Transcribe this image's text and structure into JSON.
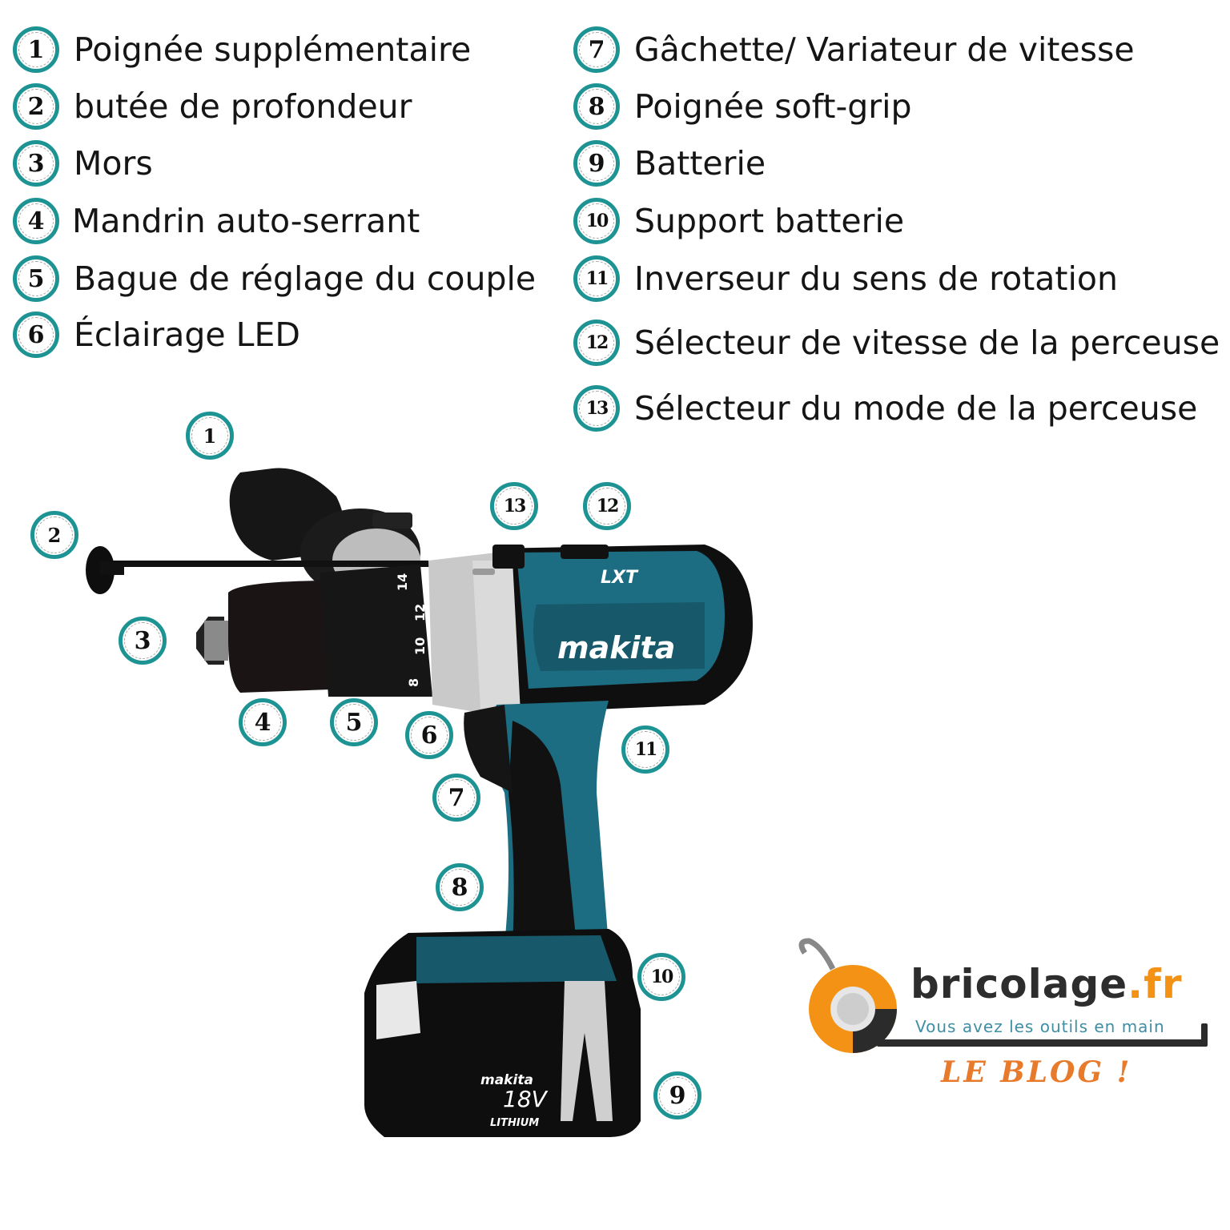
{
  "legend": {
    "left": [
      {
        "num": "1",
        "label": "Poignée supplémentaire"
      },
      {
        "num": "2",
        "label": "butée de profondeur"
      },
      {
        "num": "3",
        "label": "Mors"
      },
      {
        "num": "4",
        "label": "Mandrin auto-serrant"
      },
      {
        "num": "5",
        "label": "Bague de réglage du couple"
      },
      {
        "num": "6",
        "label": "Éclairage LED"
      }
    ],
    "right": [
      {
        "num": "7",
        "label": "Gâchette/ Variateur de vitesse"
      },
      {
        "num": "8",
        "label": "Poignée soft-grip"
      },
      {
        "num": "9",
        "label": "Batterie"
      },
      {
        "num": "10",
        "label": "Support batterie"
      },
      {
        "num": "11",
        "label": "Inverseur du sens de rotation"
      },
      {
        "num": "12",
        "label": "Sélecteur de vitesse de la perceuse"
      },
      {
        "num": "13",
        "label": "Sélecteur du mode de la perceuse"
      }
    ]
  },
  "callouts": [
    "1",
    "2",
    "3",
    "4",
    "5",
    "6",
    "7",
    "8",
    "9",
    "10",
    "11",
    "12",
    "13"
  ],
  "drill": {
    "brand": "makita",
    "series": "LXT",
    "torque_marks": [
      "14",
      "12",
      "10",
      "8"
    ],
    "battery_brand": "makita",
    "battery_voltage": "18V",
    "battery_type": "LITHIUM"
  },
  "logo": {
    "name_main": "bricolage",
    "name_tld": ".fr",
    "tagline": "Vous avez les outils en main",
    "blog": "LE BLOG !"
  },
  "colors": {
    "badge_ring": "#1d9393",
    "drill_teal": "#1f6f86",
    "logo_orange": "#f39214",
    "logo_dark": "#2b2b2b",
    "tagline_blue": "#3f8ea3",
    "blog_orange": "#e87a2c"
  }
}
